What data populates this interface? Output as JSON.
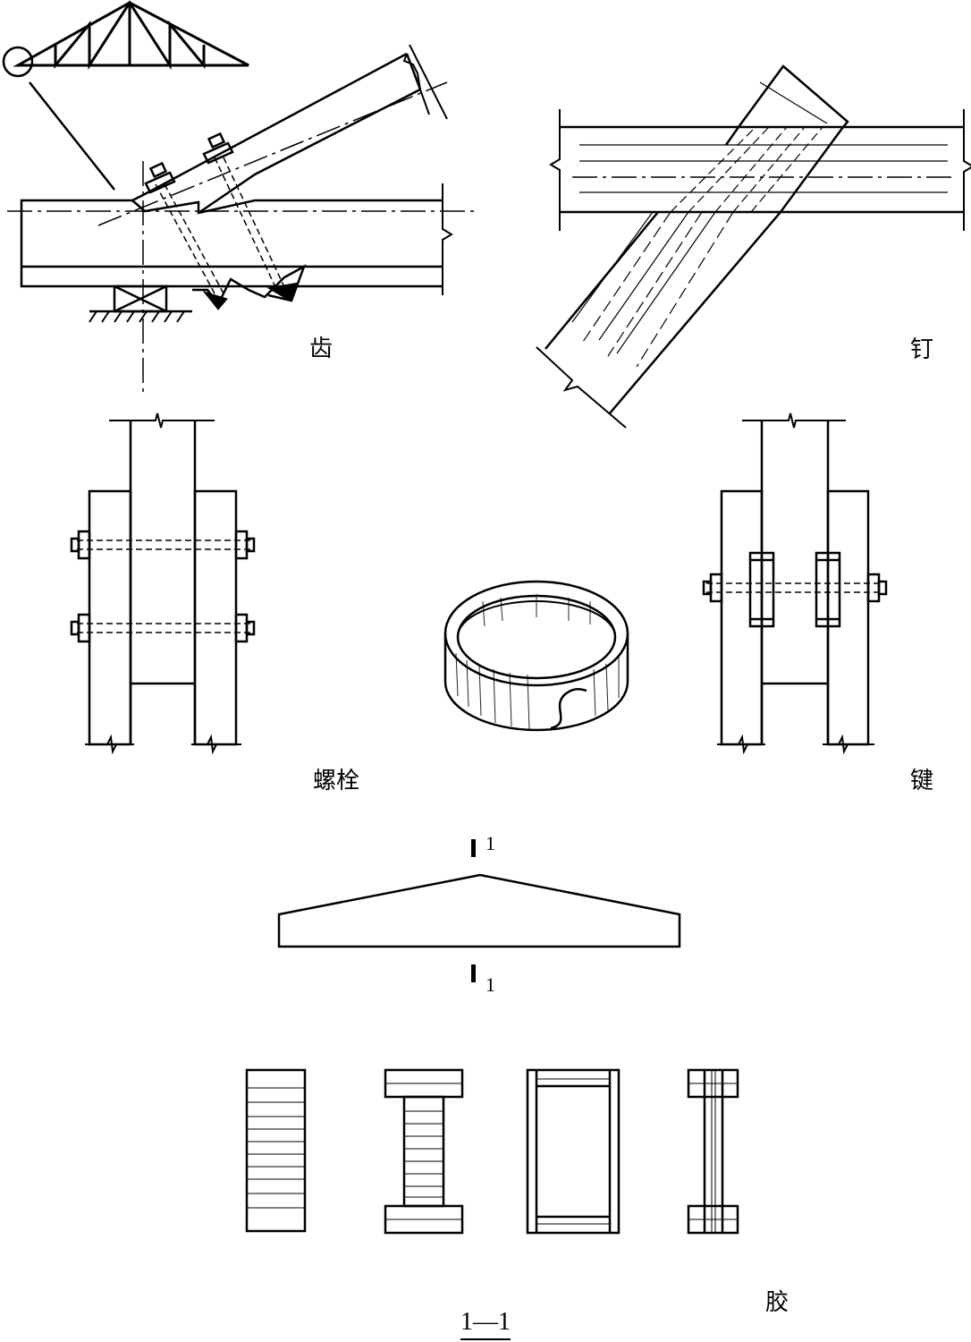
{
  "labels": {
    "tooth": "齿",
    "nail": "钉",
    "bolt": "螺栓",
    "key": "键",
    "glue": "胶"
  },
  "section_marks": {
    "top": "1",
    "bottom": "1",
    "caption": "1—1"
  }
}
